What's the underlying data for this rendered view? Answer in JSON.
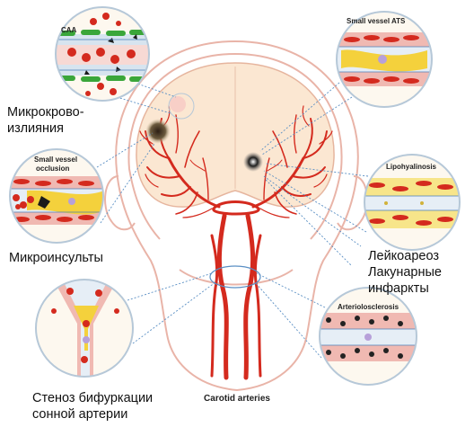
{
  "labels": {
    "microbleeds_line1": "Микрокрово-",
    "microbleeds_line2": "излияния",
    "microinfarcts": "Микроинсульты",
    "leukoaraiosis": "Лейкоареоз",
    "lacunar_line1": "Лакунарные",
    "lacunar_line2": "инфаркты",
    "stenosis_line1": "Стеноз бифуркации",
    "stenosis_line2": "сонной артерии"
  },
  "insets": {
    "caa": "CAA",
    "small_vessel_ats": "Small vessel ATS",
    "small_vessel_occlusion_line1": "Small vessel",
    "small_vessel_occlusion_line2": "occlusion",
    "lipohyalinosis": "Lipohyalinosis",
    "arteriolosclerosis": "Arteriolosclerosis"
  },
  "caption": "Carotid arteries",
  "colors": {
    "artery": "#d42a1e",
    "head_outline": "#e9b4a8",
    "brain_fill": "#fbe7d2",
    "guide_line": "#5a8fc4",
    "inset_ring": "#b6c8d8",
    "plaque": "#f4d13c"
  }
}
